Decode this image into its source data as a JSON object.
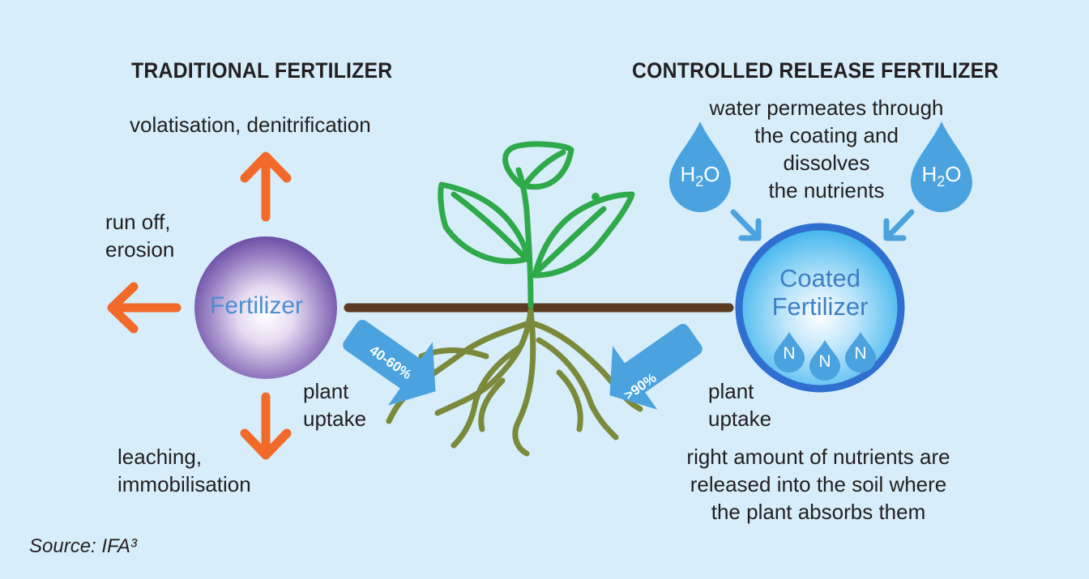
{
  "traditional": {
    "heading": "TRADITIONAL FERTILIZER",
    "volatisation": "volatisation, denitrification",
    "runoff_line1": "run off,",
    "runoff_line2": "erosion",
    "leaching_line1": "leaching,",
    "leaching_line2": "immobilisation",
    "plant_line1": "plant",
    "plant_line2": "uptake",
    "circle_label": "Fertilizer",
    "uptake_percent": "40-60%"
  },
  "controlled": {
    "heading": "CONTROLLED RELEASE FERTILIZER",
    "water_line1": "water permeates through",
    "water_line2": "the coating and",
    "water_line3": "dissolves",
    "water_line4": "the nutrients",
    "h2o_left": "H2O",
    "h2o_right": "H2O",
    "circle_line1": "Coated",
    "circle_line2": "Fertilizer",
    "nutrient_symbol": "N",
    "plant_line1": "plant",
    "plant_line2": "uptake",
    "uptake_percent": ">90%",
    "released_line1": "right amount of nutrients are",
    "released_line2": "released into the soil where",
    "released_line3": "the plant absorbs them"
  },
  "source": "Source: IFA³",
  "colors": {
    "background": "#d7eefa",
    "orange_arrow": "#f26a2a",
    "blue_arrow": "#4aa3df",
    "plant_green": "#2eaa4a",
    "root_olive": "#7a8a3a",
    "soil_line": "#5a3b22",
    "coated_ring": "#2f6fd0"
  }
}
